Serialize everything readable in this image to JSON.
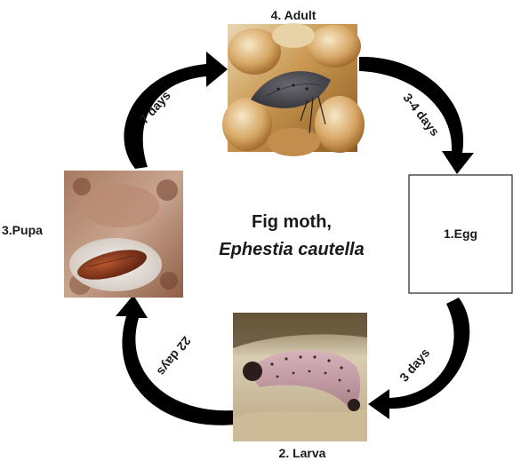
{
  "title": {
    "line1": "Fig moth,",
    "line2": "Ephestia cautella"
  },
  "stages": {
    "adult": "4. Adult",
    "egg": "1.Egg",
    "larva": "2. Larva",
    "pupa": "3.Pupa"
  },
  "durations": {
    "adult_to_egg": "3-4 days",
    "egg_to_larva": "3 days",
    "larva_to_pupa": "22 days",
    "pupa_to_adult": "7 days"
  },
  "colors": {
    "arrow": "#000000",
    "text": "#1a1a1a",
    "egg_box_border": "#222222"
  },
  "icons": {
    "adult": "moth-on-corn-photo",
    "larva": "caterpillar-photo",
    "pupa": "pupa-in-cocoon-photo"
  }
}
